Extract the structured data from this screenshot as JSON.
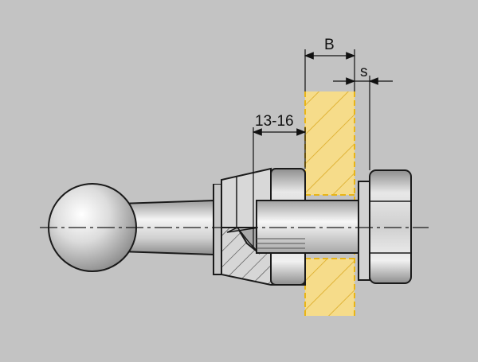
{
  "colors": {
    "background": "#c3c3c3",
    "panel_yellow": "#f6dc8a",
    "panel_dash": "#e9b516",
    "hatch": "#444444",
    "metal_light": "#f2f2f2",
    "metal_mid": "#cfcfcf",
    "metal_dark": "#8f8f8f",
    "outline": "#1a1a1a"
  },
  "dimensions": {
    "thread_depth": "13-16",
    "panel_thickness": "B",
    "spacer": "s"
  }
}
